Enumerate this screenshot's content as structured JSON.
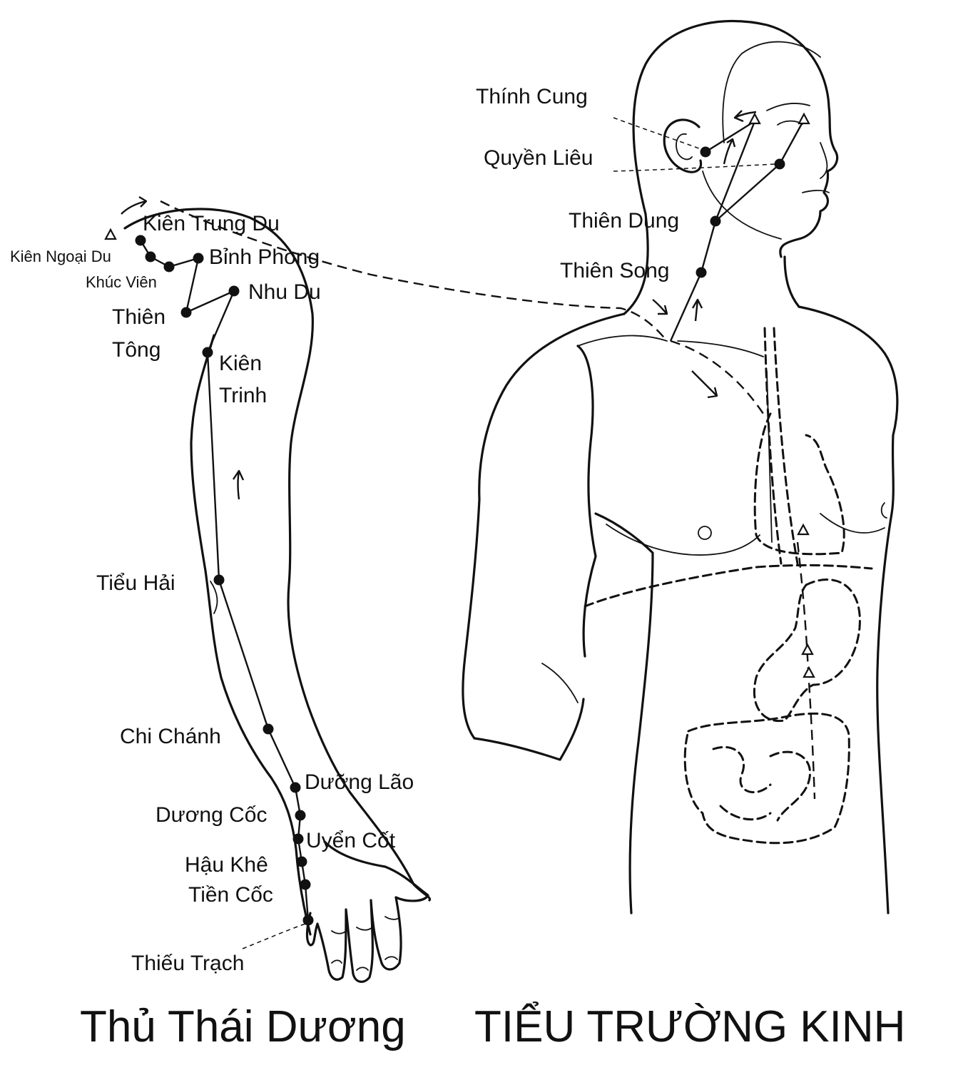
{
  "title": {
    "left": "Thủ Thái Dương",
    "right": "TIỂU TRƯỜNG KINH"
  },
  "points": {
    "thinh_cung": "Thính Cung",
    "quyen_lieu": "Quyền Liêu",
    "thien_dung": "Thiên Dung",
    "thien_song": "Thiên Song",
    "kien_trung_du": "Kiên Trung Du",
    "kien_ngoai_du": "Kiên Ngoại Du",
    "binh_phong": "Bỉnh Phong",
    "khuc_vien": "Khúc Viên",
    "nhu_du": "Nhu Du",
    "thien_tong_1": "Thiên",
    "thien_tong_2": "Tông",
    "kien_trinh_1": "Kiên",
    "kien_trinh_2": "Trinh",
    "tieu_hai": "Tiểu Hải",
    "chi_chanh": "Chi Chánh",
    "duong_lao": "Dưỡng Lão",
    "duong_coc": "Dương Cốc",
    "uyen_cot": "Uyển Cốt",
    "hau_khe": "Hậu Khê",
    "tien_coc": "Tiền Cốc",
    "thieu_trach": "Thiếu Trạch"
  },
  "colors": {
    "ink": "#111111",
    "paper": "#ffffff"
  }
}
